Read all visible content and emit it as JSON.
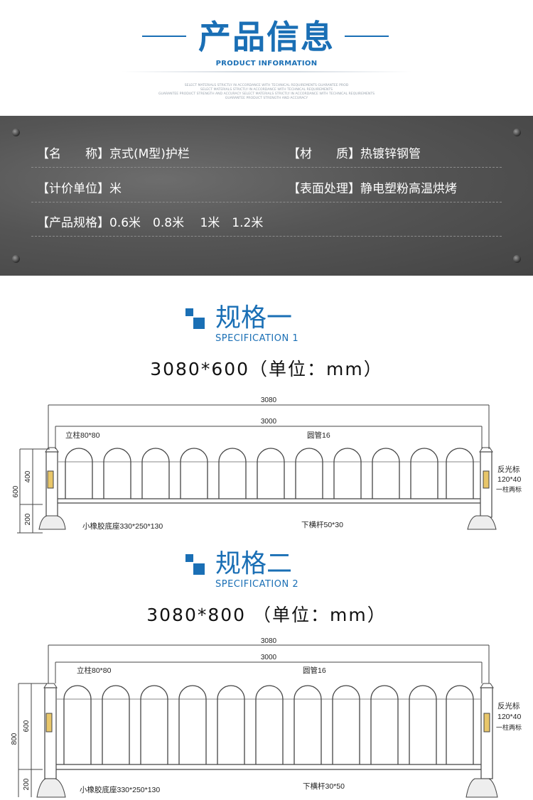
{
  "header": {
    "title": "产品信息",
    "subtitle": "PRODUCT INFORMATION",
    "fine_print": [
      "SELECT MATERIALS STRICTLY IN ACCORDANCE WITH TECHNICAL REQUIREMENTS GUARANTEE PROD",
      "SELECT MATERIALS STRICTLY IN ACCORDANCE WITH TECHNICAL REQUIREMENTS",
      "GUARANTEE PRODUCT STRENGTH AND ACCURACY SELECT MATERIALS STRICTLY IN ACCORDANCE WITH TECHNICAL REQUIREMENTS",
      "GUARANTEE PRODUCT STRENGTH AND ACCURACY"
    ]
  },
  "info": {
    "name": "【名　　称】京式(M型)护栏",
    "material": "【材　　质】热镀锌钢管",
    "unit": "【计价单位】米",
    "surface": "【表面处理】静电塑粉高温烘烤",
    "spec": "【产品规格】0.6米　0.8米　 1米　1.2米"
  },
  "spec1": {
    "title": "规格一",
    "en": "SPECIFICATION 1",
    "dims": "3080*600（单位：mm）",
    "drawing": {
      "total_len": "3080",
      "inner_len": "3000",
      "post": "立柱80*80",
      "tube": "圆管16",
      "reflector": "反光标",
      "reflector_size": "120*40",
      "reflector_note": "一柱两标",
      "base": "小橡胶底座330*250*130",
      "rail": "下横杆50*30",
      "h_total": "600",
      "h_upper": "400",
      "h_lower": "200"
    }
  },
  "spec2": {
    "title": "规格二",
    "en": "SPECIFICATION 2",
    "dims": "3080*800 （单位：mm）",
    "drawing": {
      "total_len": "3080",
      "inner_len": "3000",
      "post": "立柱80*80",
      "tube": "圆管16",
      "reflector": "反光标",
      "reflector_size": "120*40",
      "reflector_note": "一柱两标",
      "base": "小橡胶底座330*250*130",
      "rail": "下横杆30*50",
      "h_total": "800",
      "h_upper": "600",
      "h_lower": "200"
    }
  }
}
